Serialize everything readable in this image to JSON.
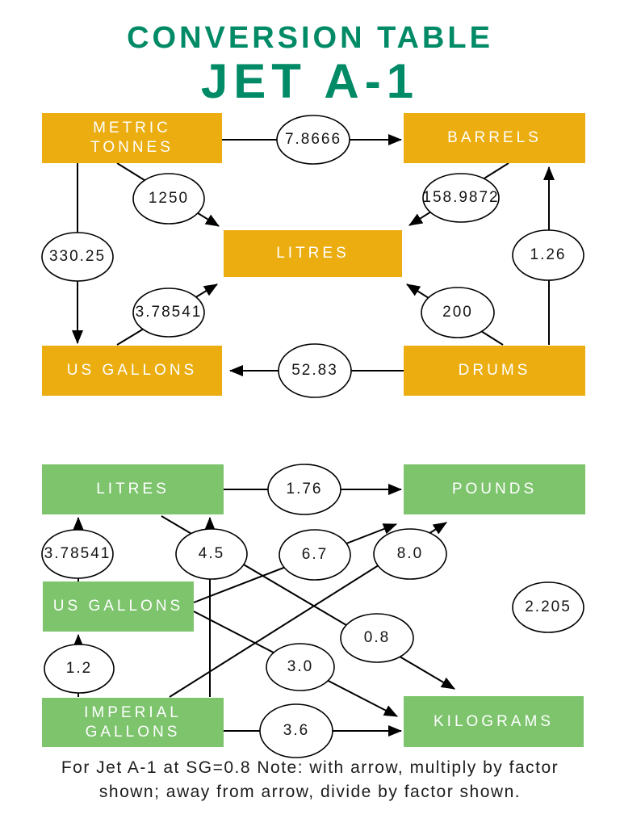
{
  "title": "CONVERSION TABLE",
  "subtitle": "JET A-1",
  "colors": {
    "heading_teal": "#008A66",
    "box_yellow": "#EBAD10",
    "box_green": "#7DC46D",
    "box_text": "#FFFFFF",
    "line_black": "#000000"
  },
  "top": {
    "boxes": {
      "metric_tonnes": "METRIC\nTONNES",
      "barrels": "BARRELS",
      "litres": "LITRES",
      "us_gallons": "US GALLONS",
      "drums": "DRUMS"
    },
    "factors": {
      "tonnes_to_barrels": "7.8666",
      "tonnes_to_litres": "1250",
      "barrels_to_litres": "158.9872",
      "tonnes_to_us_gallons": "330.25",
      "us_gallons_to_litres": "3.78541",
      "drums_to_litres": "200",
      "drums_to_barrels": "1.26",
      "drums_to_us_gallons": "52.83"
    }
  },
  "bottom": {
    "boxes": {
      "litres": "LITRES",
      "pounds": "POUNDS",
      "us_gallons": "US GALLONS",
      "imperial_gallons": "IMPERIAL\nGALLONS",
      "kilograms": "KILOGRAMS"
    },
    "factors": {
      "litres_to_pounds": "1.76",
      "us_gallons_to_litres": "3.78541",
      "imperial_gallons_to_litres": "4.5",
      "us_gallons_to_pounds": "6.7",
      "imperial_gallons_to_pounds": "8.0",
      "kilograms_to_pounds": "2.205",
      "litres_to_kilograms": "0.8",
      "us_gallons_to_kilograms": "3.0",
      "imperial_gallons_to_us_gallons": "1.2",
      "imperial_gallons_to_kilograms": "3.6"
    }
  },
  "footer": {
    "line1": "For Jet A-1 at SG=0.8 Note: with arrow, multiply by factor",
    "line2": "shown; away from arrow, divide by factor shown."
  }
}
